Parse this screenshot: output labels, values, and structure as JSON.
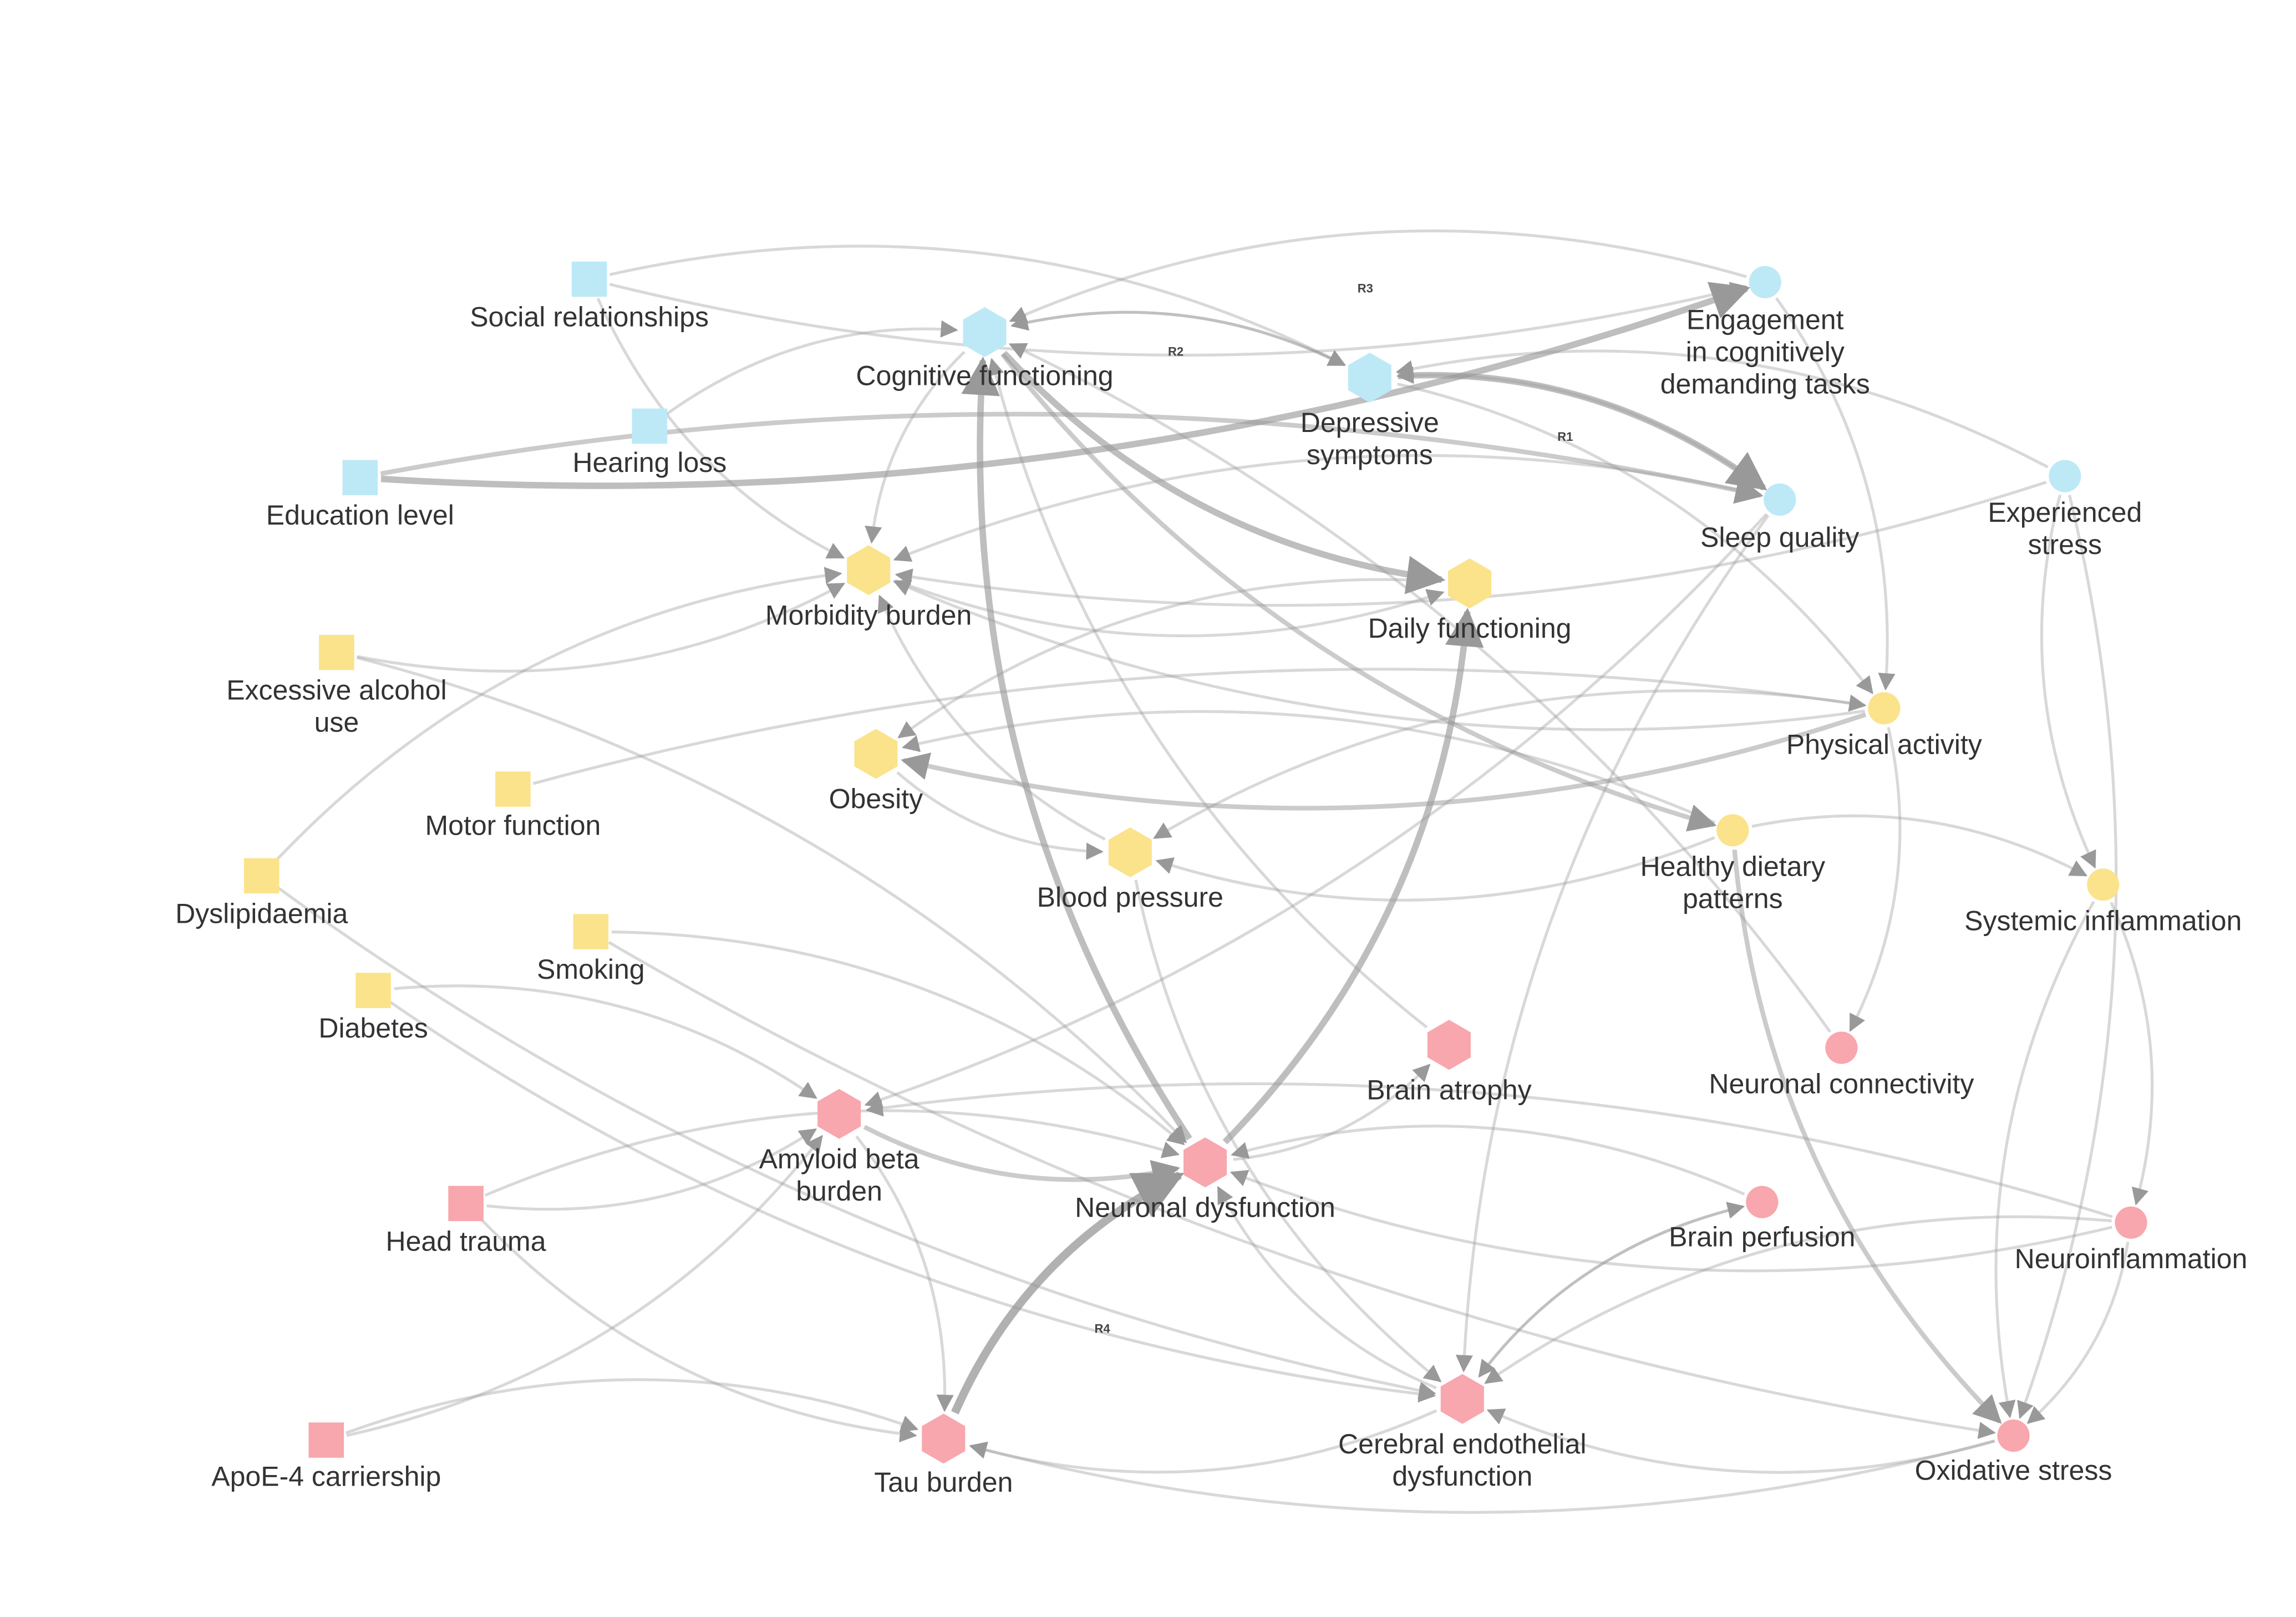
{
  "colors": {
    "factor_blue": "#bde9f7",
    "factor_yellow": "#fbe38c",
    "factor_pink": "#f7a7ad",
    "edge": "#999999",
    "label": "#333333"
  },
  "nodes": [
    {
      "id": "social",
      "label": [
        "Social relationships"
      ],
      "shape": "square",
      "color": "factor_blue"
    },
    {
      "id": "hearing",
      "label": [
        "Hearing loss"
      ],
      "shape": "square",
      "color": "factor_blue"
    },
    {
      "id": "education",
      "label": [
        "Education level"
      ],
      "shape": "square",
      "color": "factor_blue"
    },
    {
      "id": "cognitive",
      "label": [
        "Cognitive functioning"
      ],
      "shape": "hexagon",
      "color": "factor_blue"
    },
    {
      "id": "depressive",
      "label": [
        "Depressive",
        "symptoms"
      ],
      "shape": "hexagon",
      "color": "factor_blue"
    },
    {
      "id": "engagement",
      "label": [
        "Engagement",
        "in cognitively",
        "demanding tasks"
      ],
      "shape": "circle",
      "color": "factor_blue"
    },
    {
      "id": "sleep",
      "label": [
        "Sleep quality"
      ],
      "shape": "circle",
      "color": "factor_blue"
    },
    {
      "id": "stress",
      "label": [
        "Experienced",
        "stress"
      ],
      "shape": "circle",
      "color": "factor_blue"
    },
    {
      "id": "morbidity",
      "label": [
        "Morbidity burden"
      ],
      "shape": "hexagon",
      "color": "factor_yellow"
    },
    {
      "id": "daily",
      "label": [
        "Daily functioning"
      ],
      "shape": "hexagon",
      "color": "factor_yellow"
    },
    {
      "id": "alcohol",
      "label": [
        "Excessive alcohol",
        "use"
      ],
      "shape": "square",
      "color": "factor_yellow"
    },
    {
      "id": "motor",
      "label": [
        "Motor function"
      ],
      "shape": "square",
      "color": "factor_yellow"
    },
    {
      "id": "obesity",
      "label": [
        "Obesity"
      ],
      "shape": "hexagon",
      "color": "factor_yellow"
    },
    {
      "id": "physical",
      "label": [
        "Physical activity"
      ],
      "shape": "circle",
      "color": "factor_yellow"
    },
    {
      "id": "diet",
      "label": [
        "Healthy dietary",
        "patterns"
      ],
      "shape": "circle",
      "color": "factor_yellow"
    },
    {
      "id": "bp",
      "label": [
        "Blood pressure"
      ],
      "shape": "hexagon",
      "color": "factor_yellow"
    },
    {
      "id": "dyslip",
      "label": [
        "Dyslipidaemia"
      ],
      "shape": "square",
      "color": "factor_yellow"
    },
    {
      "id": "smoking",
      "label": [
        "Smoking"
      ],
      "shape": "square",
      "color": "factor_yellow"
    },
    {
      "id": "diabetes",
      "label": [
        "Diabetes"
      ],
      "shape": "square",
      "color": "factor_yellow"
    },
    {
      "id": "sysinfl",
      "label": [
        "Systemic inflammation"
      ],
      "shape": "circle",
      "color": "factor_yellow"
    },
    {
      "id": "atrophy",
      "label": [
        "Brain atrophy"
      ],
      "shape": "hexagon",
      "color": "factor_pink"
    },
    {
      "id": "connect",
      "label": [
        "Neuronal connectivity"
      ],
      "shape": "circle",
      "color": "factor_pink"
    },
    {
      "id": "amyloid",
      "label": [
        "Amyloid beta",
        "burden"
      ],
      "shape": "hexagon",
      "color": "factor_pink"
    },
    {
      "id": "neurdys",
      "label": [
        "Neuronal dysfunction"
      ],
      "shape": "hexagon",
      "color": "factor_pink"
    },
    {
      "id": "headtrauma",
      "label": [
        "Head trauma"
      ],
      "shape": "square",
      "color": "factor_pink"
    },
    {
      "id": "perfusion",
      "label": [
        "Brain perfusion"
      ],
      "shape": "circle",
      "color": "factor_pink"
    },
    {
      "id": "neuroinfl",
      "label": [
        "Neuroinflammation"
      ],
      "shape": "circle",
      "color": "factor_pink"
    },
    {
      "id": "apoe",
      "label": [
        "ApoE-4 carriership"
      ],
      "shape": "square",
      "color": "factor_pink"
    },
    {
      "id": "tau",
      "label": [
        "Tau burden"
      ],
      "shape": "hexagon",
      "color": "factor_pink"
    },
    {
      "id": "cerebral",
      "label": [
        "Cerebral endothelial",
        "dysfunction"
      ],
      "shape": "hexagon",
      "color": "factor_pink"
    },
    {
      "id": "oxidative",
      "label": [
        "Oxidative stress"
      ],
      "shape": "circle",
      "color": "factor_pink"
    }
  ],
  "edges": [
    {
      "from": "education",
      "to": "engagement",
      "strength": 3
    },
    {
      "from": "education",
      "to": "sleep",
      "strength": 2
    },
    {
      "from": "social",
      "to": "engagement",
      "strength": 1
    },
    {
      "from": "social",
      "to": "depressive",
      "strength": 1
    },
    {
      "from": "social",
      "to": "morbidity",
      "strength": 1
    },
    {
      "from": "hearing",
      "to": "cognitive",
      "strength": 1
    },
    {
      "from": "cognitive",
      "to": "daily",
      "strength": 3
    },
    {
      "from": "cognitive",
      "to": "depressive",
      "strength": 1
    },
    {
      "from": "depressive",
      "to": "cognitive",
      "strength": 1
    },
    {
      "from": "depressive",
      "to": "sleep",
      "strength": 3
    },
    {
      "from": "sleep",
      "to": "depressive",
      "strength": 1
    },
    {
      "from": "depressive",
      "to": "physical",
      "strength": 1
    },
    {
      "from": "cognitive",
      "to": "diet",
      "strength": 2
    },
    {
      "from": "neurdys",
      "to": "cognitive",
      "strength": 3
    },
    {
      "from": "neurdys",
      "to": "daily",
      "strength": 3
    },
    {
      "from": "tau",
      "to": "neurdys",
      "strength": 4
    },
    {
      "from": "amyloid",
      "to": "neurdys",
      "strength": 2
    },
    {
      "from": "cerebral",
      "to": "neurdys",
      "strength": 1
    },
    {
      "from": "perfusion",
      "to": "neurdys",
      "strength": 1
    },
    {
      "from": "neuroinfl",
      "to": "neurdys",
      "strength": 1
    },
    {
      "from": "neurdys",
      "to": "atrophy",
      "strength": 1
    },
    {
      "from": "oxidative",
      "to": "cerebral",
      "strength": 1
    },
    {
      "from": "neuroinfl",
      "to": "cerebral",
      "strength": 1
    },
    {
      "from": "cerebral",
      "to": "tau",
      "strength": 1
    },
    {
      "from": "perfusion",
      "to": "cerebral",
      "strength": 1
    },
    {
      "from": "amyloid",
      "to": "tau",
      "strength": 1
    },
    {
      "from": "apoe",
      "to": "amyloid",
      "strength": 1
    },
    {
      "from": "apoe",
      "to": "tau",
      "strength": 1
    },
    {
      "from": "headtrauma",
      "to": "tau",
      "strength": 1
    },
    {
      "from": "headtrauma",
      "to": "neurdys",
      "strength": 1
    },
    {
      "from": "headtrauma",
      "to": "amyloid",
      "strength": 1
    },
    {
      "from": "diabetes",
      "to": "amyloid",
      "strength": 1
    },
    {
      "from": "diabetes",
      "to": "cerebral",
      "strength": 1
    },
    {
      "from": "smoking",
      "to": "neurdys",
      "strength": 1
    },
    {
      "from": "smoking",
      "to": "oxidative",
      "strength": 1
    },
    {
      "from": "alcohol",
      "to": "neurdys",
      "strength": 1
    },
    {
      "from": "alcohol",
      "to": "morbidity",
      "strength": 1
    },
    {
      "from": "dyslip",
      "to": "morbidity",
      "strength": 1
    },
    {
      "from": "dyslip",
      "to": "cerebral",
      "strength": 1
    },
    {
      "from": "motor",
      "to": "physical",
      "strength": 1
    },
    {
      "from": "obesity",
      "to": "bp",
      "strength": 1
    },
    {
      "from": "physical",
      "to": "obesity",
      "strength": 2
    },
    {
      "from": "physical",
      "to": "bp",
      "strength": 1
    },
    {
      "from": "physical",
      "to": "morbidity",
      "strength": 1
    },
    {
      "from": "diet",
      "to": "obesity",
      "strength": 1
    },
    {
      "from": "diet",
      "to": "bp",
      "strength": 1
    },
    {
      "from": "diet",
      "to": "oxidative",
      "strength": 2
    },
    {
      "from": "diet",
      "to": "sysinfl",
      "strength": 1
    },
    {
      "from": "bp",
      "to": "cerebral",
      "strength": 1
    },
    {
      "from": "bp",
      "to": "morbidity",
      "strength": 1
    },
    {
      "from": "morbidity",
      "to": "daily",
      "strength": 1
    },
    {
      "from": "sysinfl",
      "to": "neuroinfl",
      "strength": 1
    },
    {
      "from": "sysinfl",
      "to": "oxidative",
      "strength": 1
    },
    {
      "from": "neuroinfl",
      "to": "oxidative",
      "strength": 1
    },
    {
      "from": "stress",
      "to": "sysinfl",
      "strength": 1
    },
    {
      "from": "stress",
      "to": "oxidative",
      "strength": 1
    },
    {
      "from": "stress",
      "to": "depressive",
      "strength": 1
    },
    {
      "from": "stress",
      "to": "morbidity",
      "strength": 1
    },
    {
      "from": "engagement",
      "to": "cognitive",
      "strength": 1
    },
    {
      "from": "engagement",
      "to": "physical",
      "strength": 1
    },
    {
      "from": "sleep",
      "to": "morbidity",
      "strength": 1
    },
    {
      "from": "sleep",
      "to": "amyloid",
      "strength": 1
    },
    {
      "from": "sleep",
      "to": "cerebral",
      "strength": 1
    },
    {
      "from": "physical",
      "to": "connect",
      "strength": 1
    },
    {
      "from": "connect",
      "to": "cognitive",
      "strength": 1
    },
    {
      "from": "oxidative",
      "to": "tau",
      "strength": 1
    },
    {
      "from": "cognitive",
      "to": "morbidity",
      "strength": 1
    },
    {
      "from": "atrophy",
      "to": "cognitive",
      "strength": 1
    },
    {
      "from": "daily",
      "to": "obesity",
      "strength": 1
    },
    {
      "from": "cerebral",
      "to": "perfusion",
      "strength": 1
    },
    {
      "from": "neuroinfl",
      "to": "amyloid",
      "strength": 1
    }
  ],
  "loops": [
    {
      "id": "R1",
      "text": "R1"
    },
    {
      "id": "R2",
      "text": "R2"
    },
    {
      "id": "R3",
      "text": "R3"
    },
    {
      "id": "R4",
      "text": "R4"
    }
  ]
}
